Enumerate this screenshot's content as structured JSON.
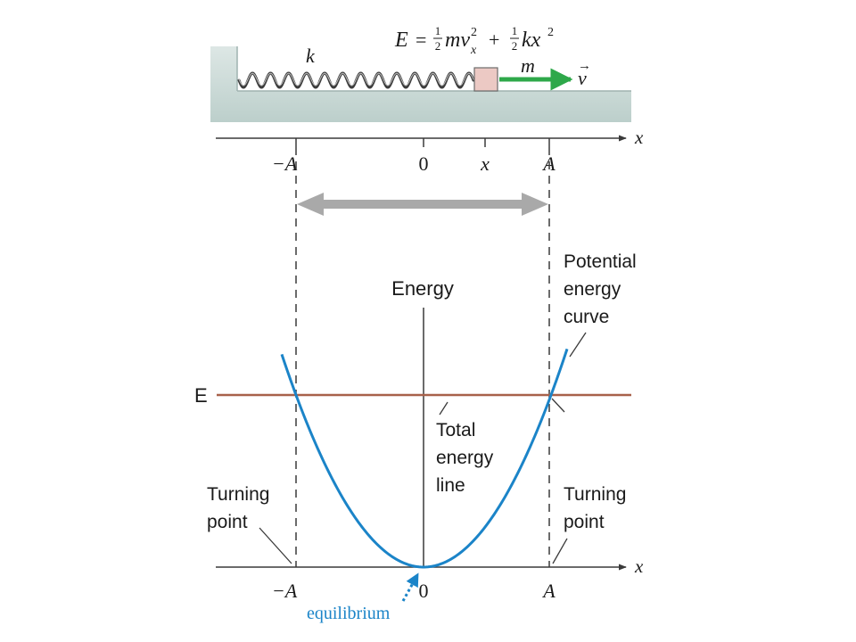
{
  "equation": {
    "lhs": "E",
    "equals": "=",
    "frac_num_1": "1",
    "frac_den_1": "2",
    "term_1": "mv",
    "sub_1": "x",
    "sup_1": "2",
    "plus": "+",
    "frac_num_2": "1",
    "frac_den_2": "2",
    "term_2": "kx",
    "sup_2": "2"
  },
  "spring": {
    "constant_label": "k",
    "mass_label": "m",
    "velocity_label": "v",
    "velocity_arrow": "→"
  },
  "top_axis": {
    "axis_label": "x",
    "tick_neg_a": "−A",
    "tick_zero": "0",
    "tick_x": "x",
    "tick_a": "A"
  },
  "graph": {
    "energy_axis_label": "Energy",
    "total_energy_symbol": "E",
    "potential_curve_label": [
      "Potential",
      "energy",
      "curve"
    ],
    "total_energy_label": [
      "Total",
      "energy",
      "line"
    ],
    "turning_point_left": [
      "Turning",
      "point"
    ],
    "turning_point_right": [
      "Turning",
      "point"
    ]
  },
  "bottom_axis": {
    "axis_label": "x",
    "tick_neg_a": "−A",
    "tick_zero": "0",
    "tick_a": "A"
  },
  "equilibrium_label": "equilibrium",
  "colors": {
    "curve": "#1b84c8",
    "energy_line": "#a8614a",
    "arrow_green": "#2ea84a",
    "mass_fill": "#ecc9c4",
    "wall": "#c7d6d3",
    "double_arrow": "#a9a9a9",
    "equilibrium": "#1b84c8"
  }
}
